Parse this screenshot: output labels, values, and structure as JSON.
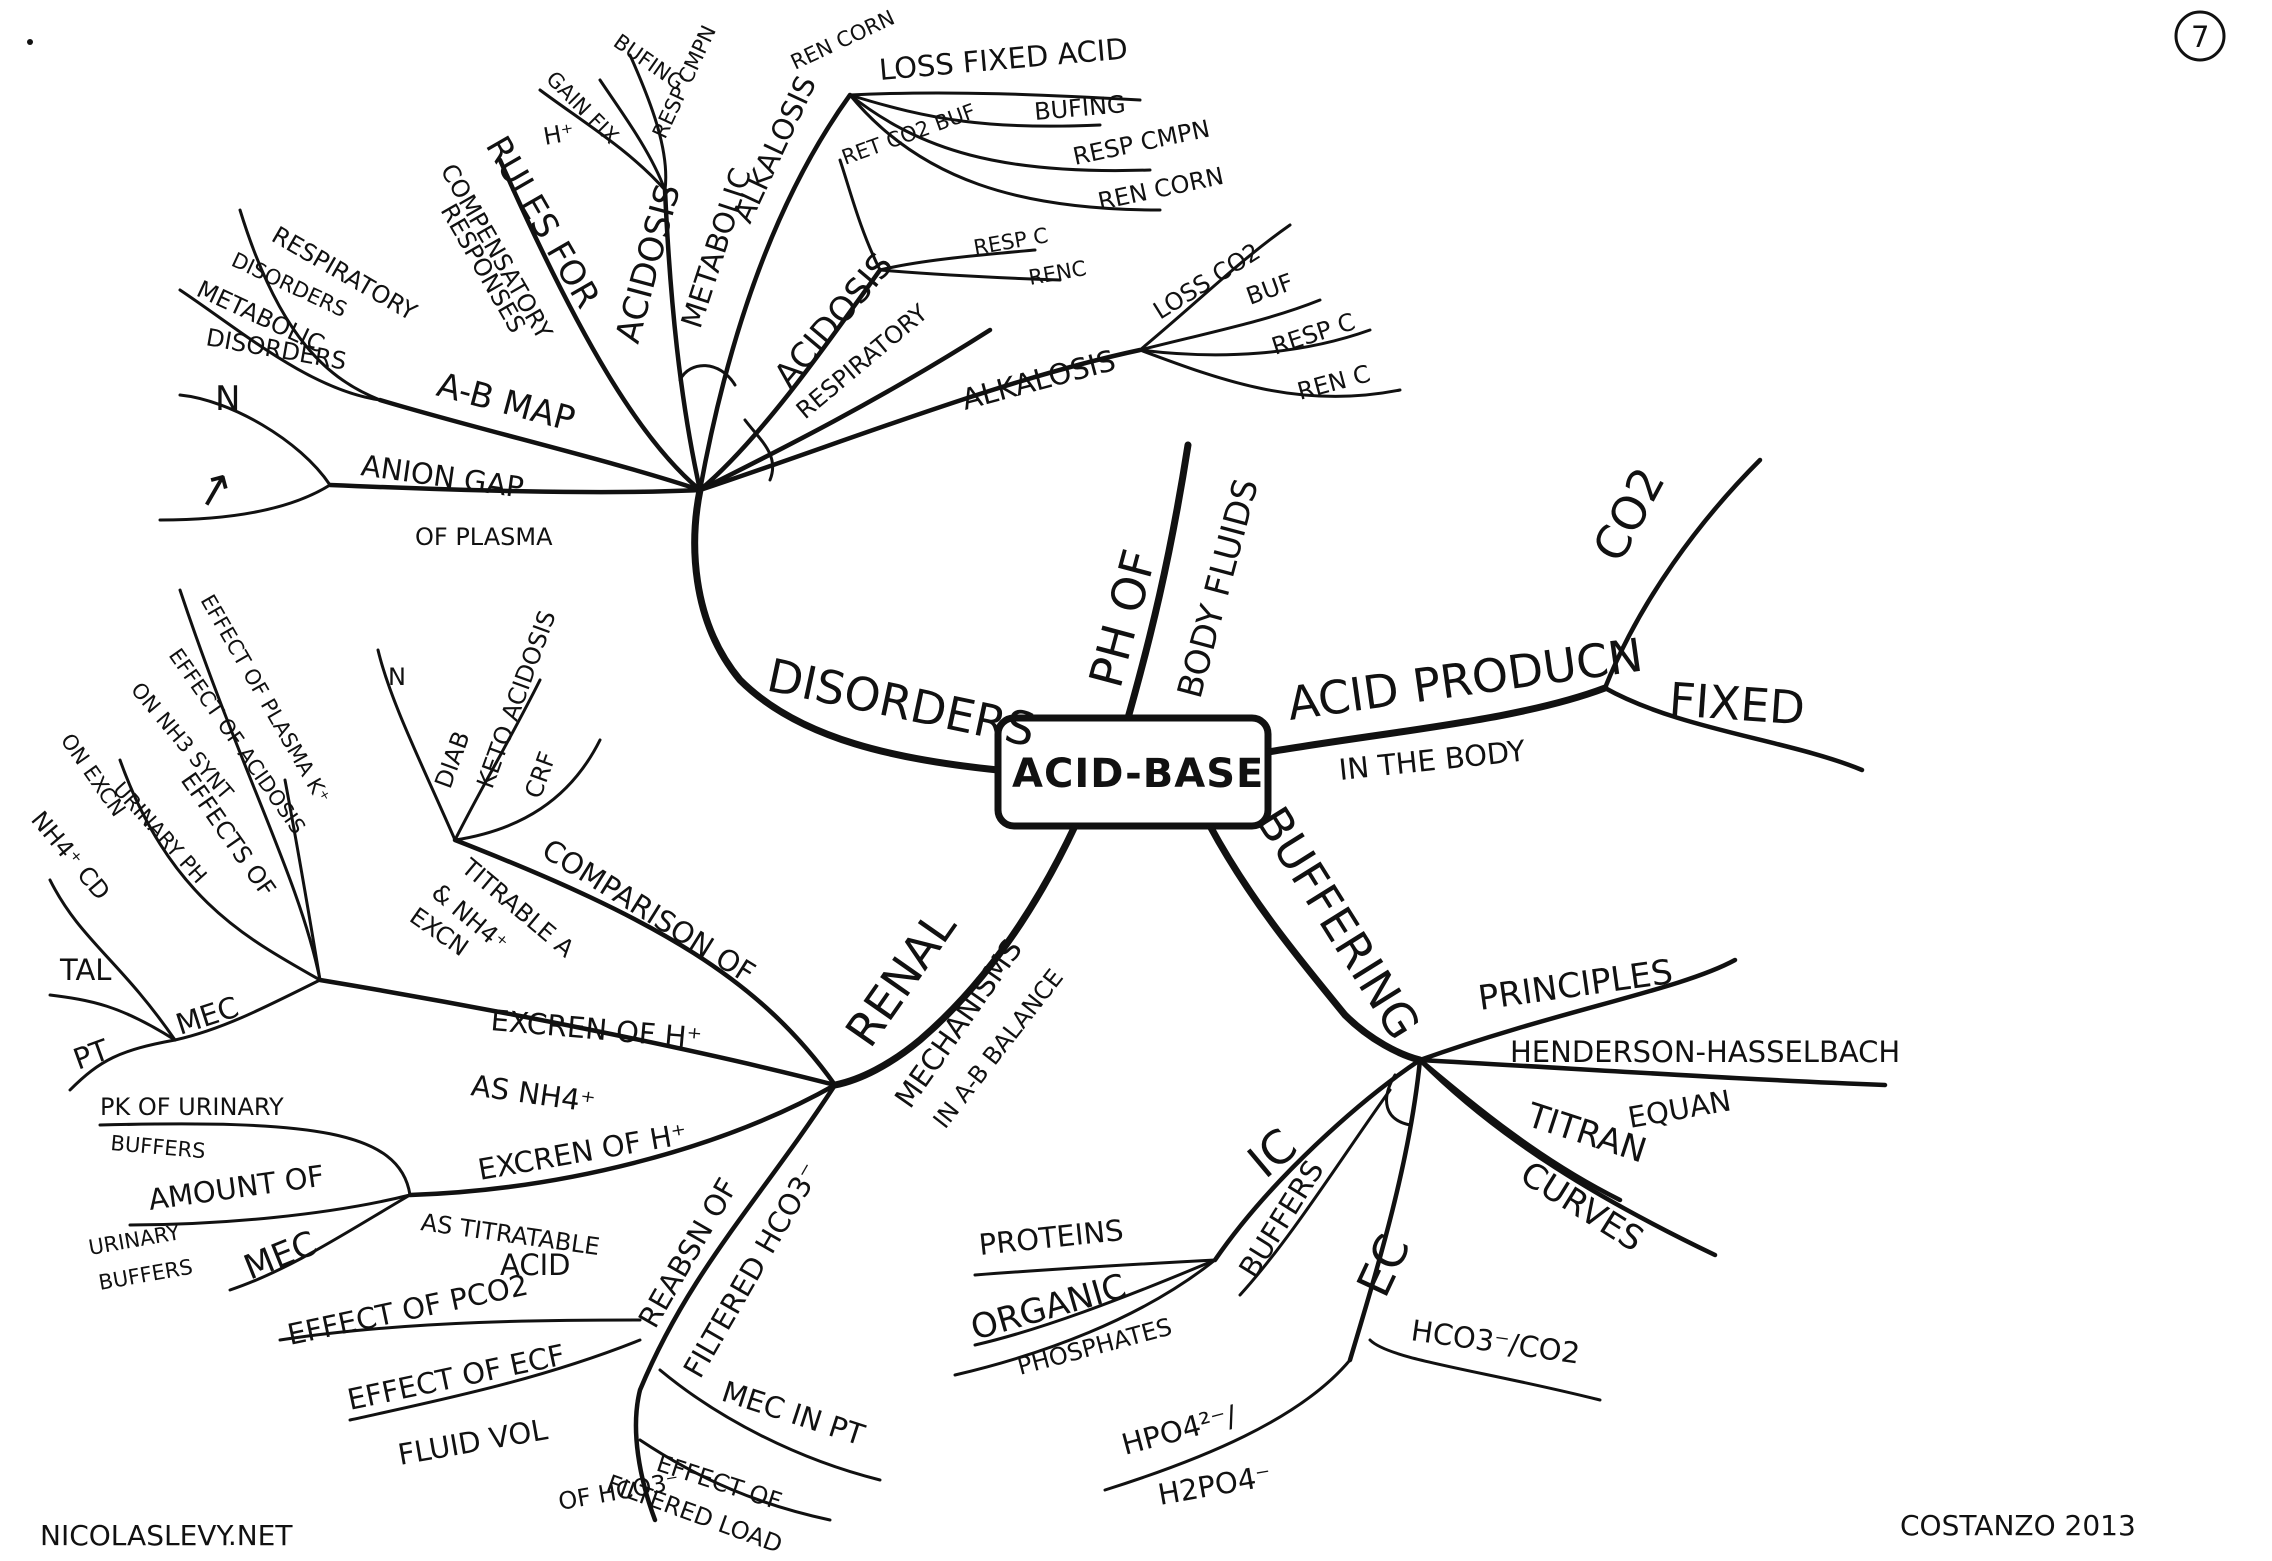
{
  "page_number": "7",
  "center": "ACID-BASE",
  "credit_left": "NiCOLASLEVY.NET",
  "credit_right": "COSTANZO 2013",
  "branches": {
    "ph_of_body_fluids": {
      "ph": "pH OF",
      "label": "BODY FLUIDS"
    },
    "acid_production": {
      "label": "ACiD PRODUCN",
      "sub": "IN THE BODY",
      "children": [
        "CO2",
        "FIXED"
      ]
    },
    "buffering": {
      "label": "BUFFERING",
      "children": {
        "principles": "PRINCIPLES",
        "henderson": "HENDERSON-HASSELBACH",
        "equan": "EQUAN",
        "titran": "TITRAN",
        "curves": "CURVES",
        "ic": "iC",
        "buffers": "BUFFERS",
        "ic_items": [
          "PROTEINS",
          "ORGANIC",
          "PHOSPHATES"
        ],
        "ec": "EC",
        "ec_items": [
          "HCO3⁻/CO2",
          "HPO4²⁻/",
          "H2PO4⁻"
        ]
      }
    },
    "renal": {
      "label": "RENAL",
      "sub_1": "MECHANISMS",
      "sub_2": "IN A-B BALANCE",
      "children": {
        "comparison": "COMPARISON OF",
        "titrable": "TITRABLE A",
        "nh4": "& NH4⁺",
        "excn": "EXCN",
        "diabetes": [
          "N",
          "DIAB",
          "KETO ACIDOSIS",
          "CRF"
        ],
        "excre_nh4": [
          "EXCREN OF H⁺",
          "AS NH4⁺"
        ],
        "nh4_effects": [
          "EFFECT OF PLASMA K⁺",
          "EFFECT OF ACIDOSIS",
          "ON NH3 SYNT",
          "EFFECTS OF",
          "URINARY pH",
          "ON EXCN",
          "NH4⁺ CD",
          "TAL",
          "PT",
          "MEC"
        ],
        "excre_titr": [
          "EXCREN OF H⁺",
          "AS TITRATABLE",
          "ACID"
        ],
        "titr_children": [
          "pK OF URINARY",
          "BUFFERS",
          "AMOUNT OF",
          "URINARY",
          "BUFFERS",
          "MEC"
        ],
        "reabs": [
          "REABSN OF",
          "FILTERED HCO3⁻"
        ],
        "reabs_children": [
          "EFFECT OF PCO2",
          "EFFECT OF ECF",
          "FLUID VOL",
          "MEC IN PT",
          "EFFECT OF",
          "FILTERED LOAD",
          "OF HCO3⁻"
        ]
      }
    },
    "disorders": {
      "label": "DISORDERS",
      "children": {
        "anion_gap": "ANION GAP",
        "of_plasma": "OF PLASMA",
        "arrows": [
          "N",
          "↑"
        ],
        "a_b_map": "A-B MAP",
        "resp_disorders": "RESPIRATORY",
        "resp_disorders_2": "DISORDERS",
        "met_disorders": "METABOLIC",
        "met_disorders_2": "DISORDERS",
        "rules": "RULES FOR",
        "compensatory": "COMPENSATORY",
        "responses": "RESPONSES",
        "met_acidosis": "ACIDOSIS",
        "met_acidosis_children": [
          "H⁺",
          "GAIN FIX",
          "BUFING",
          "RESP CMPN",
          "REN CORN"
        ],
        "metabolic": "METABOLIC",
        "met_alkalosis": "ALKALOSIS",
        "met_alkalosis_children": [
          "LOSS FIXED ACID",
          "BUFING",
          "RESP CMPN",
          "REN CORN"
        ],
        "resp_acidosis": "ACIDOSIS",
        "resp_acidosis_children": [
          "RET CO2 BUF",
          "RESP C",
          "RENC"
        ],
        "respiratory": "RESPIRATORY",
        "resp_alkalosis": "ALKALOSIS",
        "resp_alkalosis_children": [
          "LOSS CO2",
          "BUF",
          "RESP C",
          "REN C"
        ]
      }
    }
  }
}
